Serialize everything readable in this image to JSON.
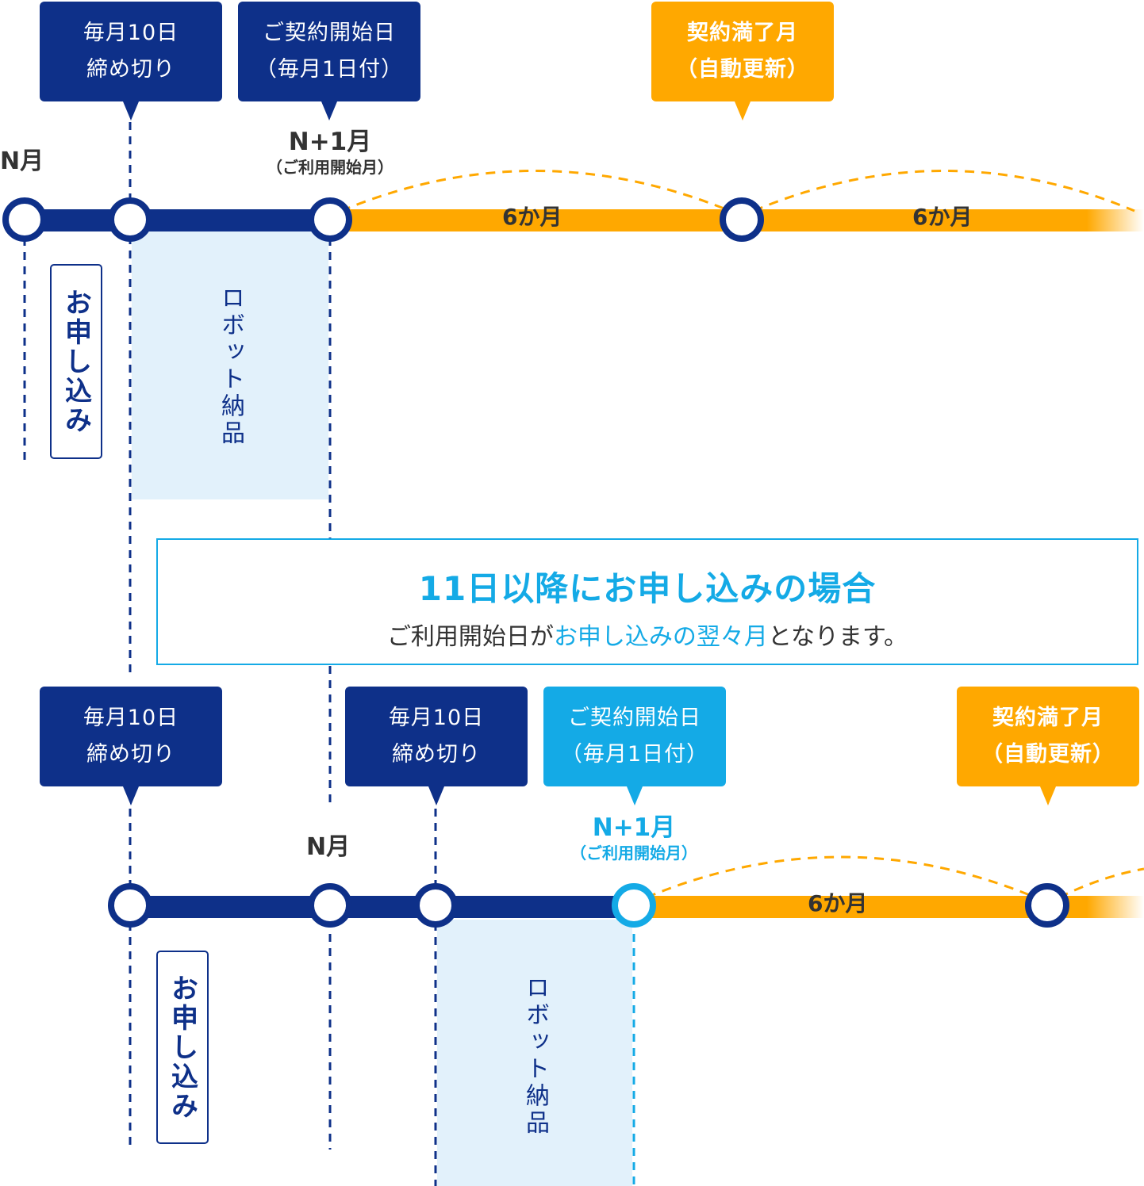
{
  "colors": {
    "navy": "#0e3089",
    "orange": "#ffa800",
    "sky": "#14aae6",
    "light_blue_fill": "#e2f1fb"
  },
  "top": {
    "callout_deadline": {
      "line1": "毎月10日",
      "line2": "締め切り"
    },
    "callout_start": {
      "line1": "ご契約開始日",
      "line2": "（毎月1日付）"
    },
    "callout_expiry": {
      "line1": "契約満了月",
      "line2": "（自動更新）"
    },
    "month_n": "N月",
    "month_n1": "N+1月",
    "month_n1_sub": "（ご利用開始月）",
    "period_1": "6か月",
    "period_2": "6か月",
    "apply_label": "お申し込み",
    "delivery_label": "ロボット納品"
  },
  "notice": {
    "title": "11日以降にお申し込みの場合",
    "sub_before": "ご利用開始日が",
    "sub_highlight": "お申し込みの翌々月",
    "sub_after": "となります。"
  },
  "bottom": {
    "callout_deadline_1": {
      "line1": "毎月10日",
      "line2": "締め切り"
    },
    "callout_deadline_2": {
      "line1": "毎月10日",
      "line2": "締め切り"
    },
    "callout_start": {
      "line1": "ご契約開始日",
      "line2": "（毎月1日付）"
    },
    "callout_expiry": {
      "line1": "契約満了月",
      "line2": "（自動更新）"
    },
    "month_n": "N月",
    "month_n1": "N+1月",
    "month_n1_sub": "（ご利用開始月）",
    "period_1": "6か月",
    "apply_label": "お申し込み",
    "delivery_label": "ロボット納品"
  }
}
